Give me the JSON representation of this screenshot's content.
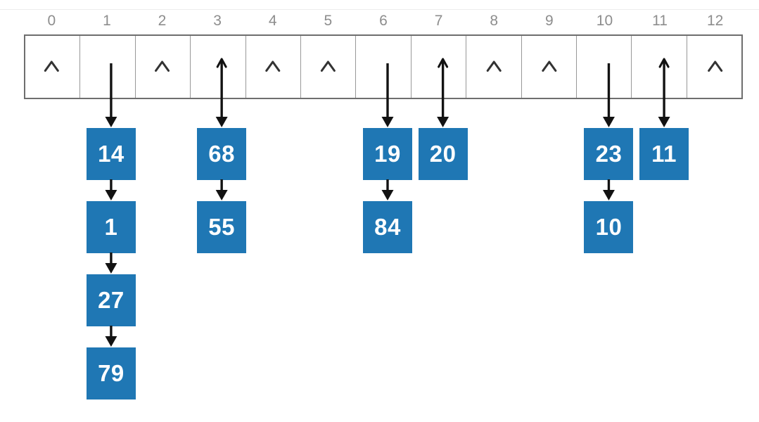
{
  "colors": {
    "background": "#ffffff",
    "node_fill": "#1f77b4",
    "node_text": "#ffffff",
    "index_label": "#8d8d8d",
    "array_border": "#6e6e6e",
    "cell_divider": "#989898",
    "arrow": "#121212",
    "null_marker": "#333333"
  },
  "array": {
    "indices": [
      "0",
      "1",
      "2",
      "3",
      "4",
      "5",
      "6",
      "7",
      "8",
      "9",
      "10",
      "11",
      "12"
    ],
    "null_marker": "^"
  },
  "buckets": [
    {
      "index": 0,
      "type": "empty"
    },
    {
      "index": 1,
      "type": "chain",
      "head_style": "plain",
      "values": [
        "14",
        "1",
        "27",
        "79"
      ]
    },
    {
      "index": 2,
      "type": "empty"
    },
    {
      "index": 3,
      "type": "chain",
      "head_style": "double",
      "values": [
        "68",
        "55"
      ]
    },
    {
      "index": 4,
      "type": "empty"
    },
    {
      "index": 5,
      "type": "empty"
    },
    {
      "index": 6,
      "type": "chain",
      "head_style": "plain",
      "values": [
        "19",
        "84"
      ]
    },
    {
      "index": 7,
      "type": "chain",
      "head_style": "double",
      "values": [
        "20"
      ]
    },
    {
      "index": 8,
      "type": "empty"
    },
    {
      "index": 9,
      "type": "empty"
    },
    {
      "index": 10,
      "type": "chain",
      "head_style": "plain",
      "values": [
        "23",
        "10"
      ]
    },
    {
      "index": 11,
      "type": "chain",
      "head_style": "double",
      "values": [
        "11"
      ]
    },
    {
      "index": 12,
      "type": "empty"
    }
  ]
}
